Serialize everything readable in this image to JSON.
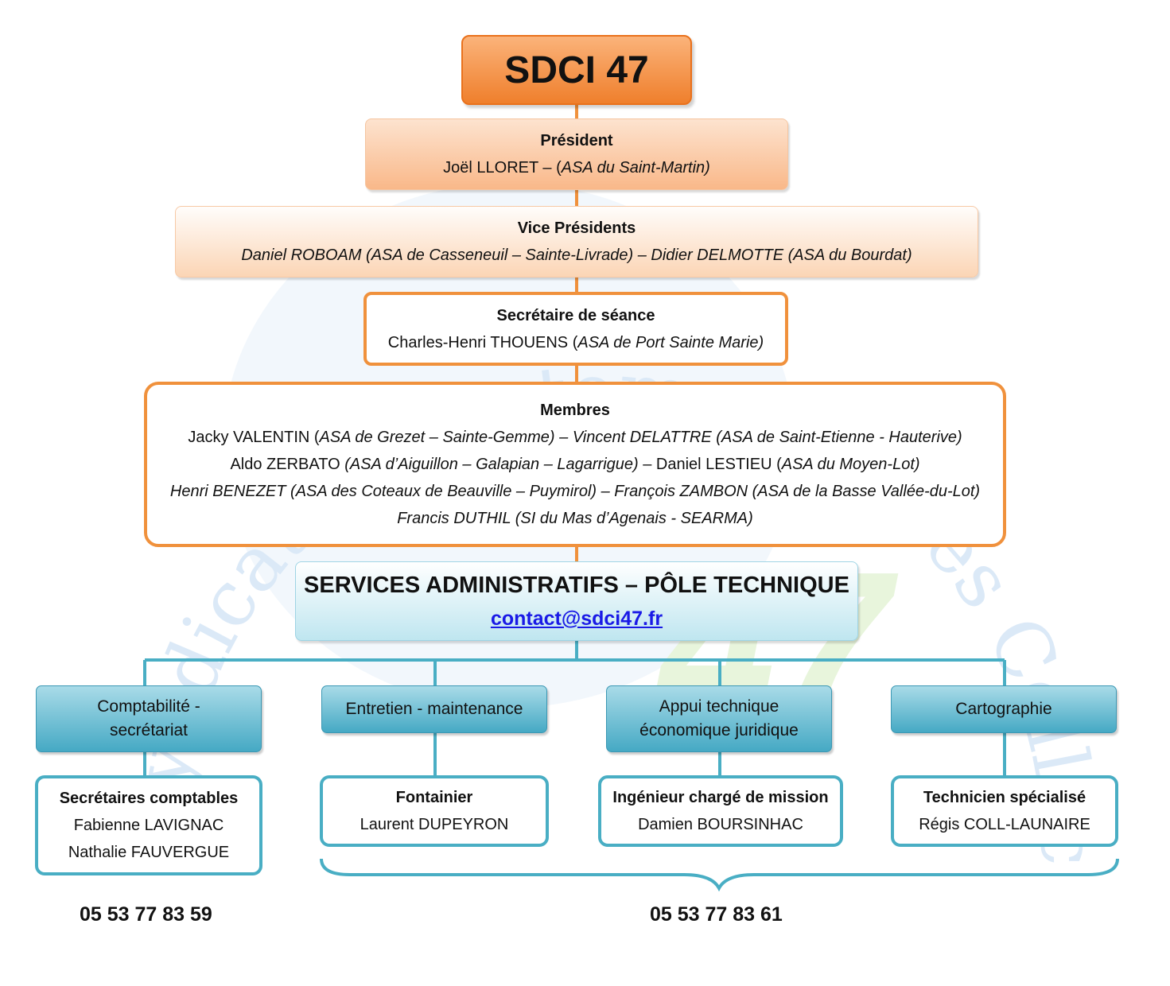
{
  "watermark": {
    "arc_text": "Syndicat Départemental des Collectivités Irrigantes de Lot-et-Garonne",
    "number": "47"
  },
  "root": {
    "title": "SDCI 47"
  },
  "president": {
    "title": "Président",
    "name": "Joël LLORET – (",
    "org": "ASA du Saint-Martin)"
  },
  "vice_presidents": {
    "title": "Vice Présidents",
    "line": "Daniel ROBOAM (ASA de Casseneuil – Sainte-Livrade) – Didier DELMOTTE (ASA du Bourdat)"
  },
  "secretary": {
    "title": "Secrétaire de séance",
    "name": "Charles-Henri THOUENS (",
    "org": "ASA de Port Sainte Marie)"
  },
  "members": {
    "title": "Membres",
    "line1_a": "Jacky VALENTIN (",
    "line1_b": "ASA de Grezet – Sainte-Gemme) – Vincent DELATTRE (ASA de Saint-Etienne - Hauterive)",
    "line2_a": "Aldo ZERBATO ",
    "line2_b": "(ASA d’Aiguillon – Galapian – Lagarrigue)",
    "line2_c": " – Daniel LESTIEU (",
    "line2_d": "ASA du Moyen-Lot)",
    "line3": "Henri BENEZET (ASA des Coteaux de Beauville – Puymirol) – François ZAMBON (ASA de la Basse Vallée-du-Lot)",
    "line4": "Francis DUTHIL (SI du Mas d’Agenais - SEARMA)"
  },
  "services": {
    "title": "SERVICES ADMINISTRATIFS  – PÔLE TECHNIQUE",
    "email": "contact@sdci47.fr"
  },
  "departments": [
    {
      "label_1": "Comptabilité -",
      "label_2": "secrétariat"
    },
    {
      "label_1": "Entretien - maintenance",
      "label_2": ""
    },
    {
      "label_1": "Appui technique",
      "label_2": "économique juridique"
    },
    {
      "label_1": "Cartographie",
      "label_2": ""
    }
  ],
  "staff": [
    {
      "role": "Secrétaires comptables",
      "name_1": "Fabienne LAVIGNAC",
      "name_2": "Nathalie FAUVERGUE"
    },
    {
      "role": "Fontainier",
      "name_1": "Laurent DUPEYRON",
      "name_2": ""
    },
    {
      "role": "Ingénieur chargé de mission",
      "name_1": "Damien BOURSINHAC",
      "name_2": ""
    },
    {
      "role": "Technicien spécialisé",
      "name_1": "Régis COLL-LAUNAIRE",
      "name_2": ""
    }
  ],
  "phones": {
    "accounting": "05 53 77 83 59",
    "technical": "05 53 77 83 61"
  },
  "colors": {
    "orange": "#f0913c",
    "teal": "#49aec4",
    "link": "#1a1ae6"
  }
}
